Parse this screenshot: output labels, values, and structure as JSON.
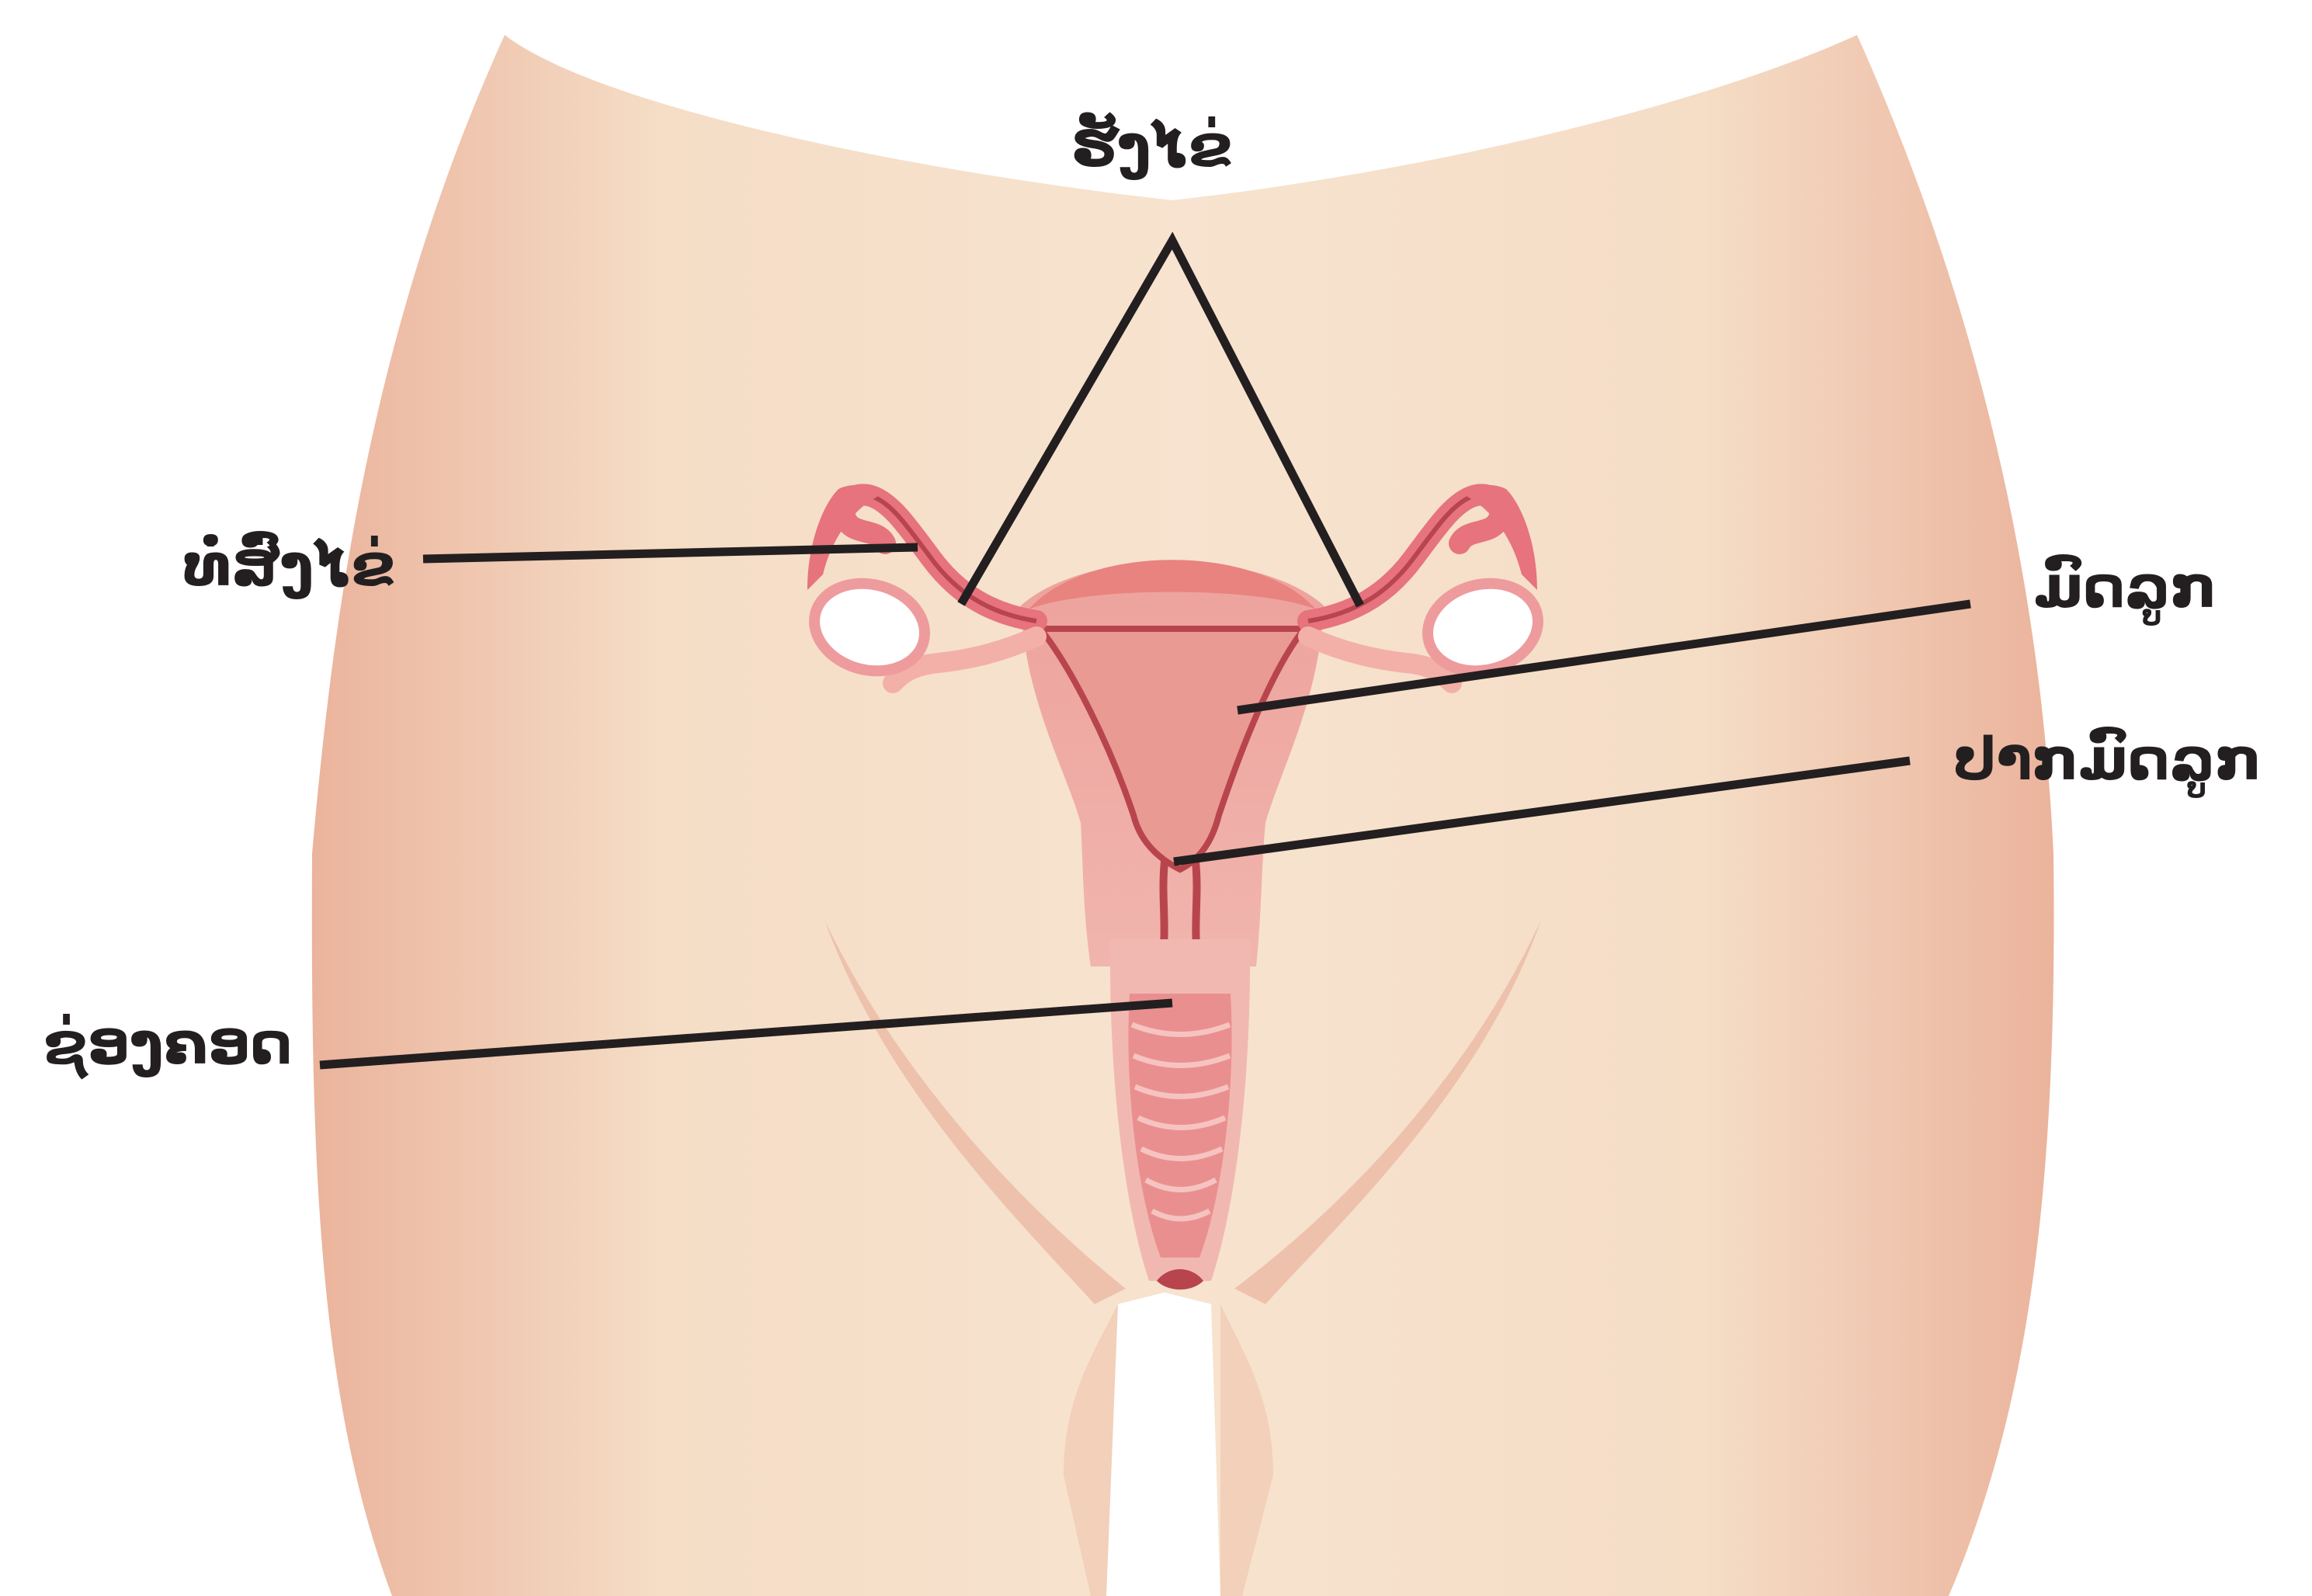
{
  "labels": {
    "ovaries": "ຮັງໄຂ່",
    "fallopian_tube": "ທໍ່ສົ່ງໄຂ່",
    "uterus": "ມົດລູກ",
    "cervix": "ປາກມົດລູກ",
    "vagina": "ຊ່ອງຄອດ"
  },
  "colors": {
    "skin_light": "#f6e2cd",
    "skin_edge": "#eab49e",
    "organ_pink": "#eba5a2",
    "organ_dark": "#b8454d",
    "tube_red": "#e6737e",
    "leader_line": "#231f20"
  }
}
